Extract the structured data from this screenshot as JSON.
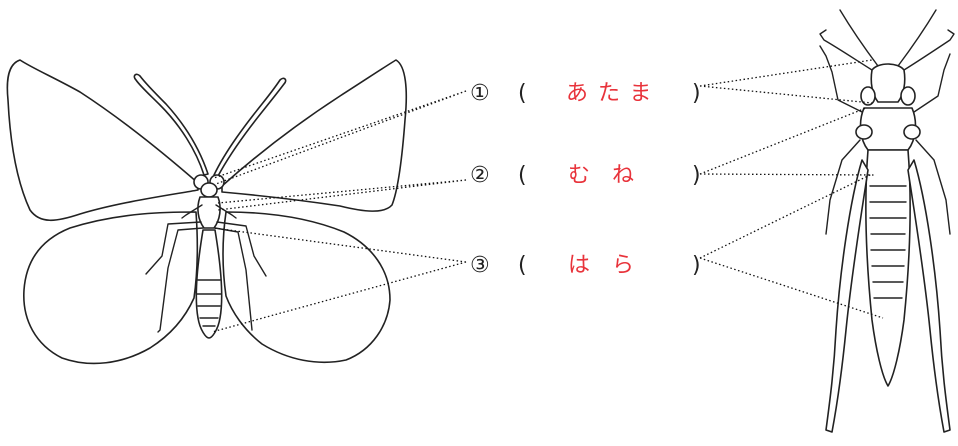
{
  "labels": [
    {
      "number": "①",
      "open": "(",
      "answer": "あたま",
      "close": ")"
    },
    {
      "number": "②",
      "open": "(",
      "answer": "むね",
      "close": ")"
    },
    {
      "number": "③",
      "open": "(",
      "answer": "はら",
      "close": ")"
    }
  ],
  "colors": {
    "answer": "#e8333b",
    "ink": "#222222"
  }
}
